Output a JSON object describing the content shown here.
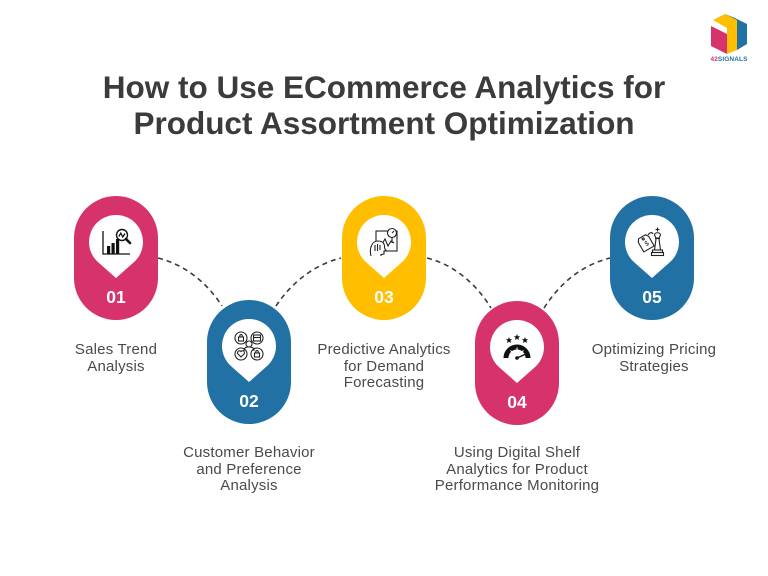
{
  "logo": {
    "brand_prefix": "42",
    "brand_suffix": "SIGNALS",
    "colors": [
      "#D6336C",
      "#FFBF00",
      "#2271A4"
    ]
  },
  "header": {
    "title_line1": "How to Use ECommerce Analytics for",
    "title_line2": "Product Assortment Optimization"
  },
  "colors": {
    "pink": "#D6336C",
    "blue": "#2271A4",
    "yellow": "#FFBF00",
    "title": "#3b3b3b",
    "text": "#4a4a4a",
    "connector": "#3b3b3b"
  },
  "steps": [
    {
      "number": "01",
      "label": "Sales Trend\nAnalysis",
      "icon": "sales-trend-chart-icon",
      "color": "#D6336C"
    },
    {
      "number": "02",
      "label": "Customer Behavior\nand Preference\nAnalysis",
      "icon": "customer-behavior-network-icon",
      "color": "#2271A4"
    },
    {
      "number": "03",
      "label": "Predictive Analytics\nfor Demand\nForecasting",
      "icon": "predictive-analytics-head-gauge-icon",
      "color": "#FFBF00"
    },
    {
      "number": "04",
      "label": "Using Digital Shelf\nAnalytics for Product\nPerformance Monitoring",
      "icon": "performance-speedometer-stars-icon",
      "color": "#D6336C"
    },
    {
      "number": "05",
      "label": "Optimizing Pricing\nStrategies",
      "icon": "price-tag-chess-king-icon",
      "color": "#2271A4"
    }
  ]
}
